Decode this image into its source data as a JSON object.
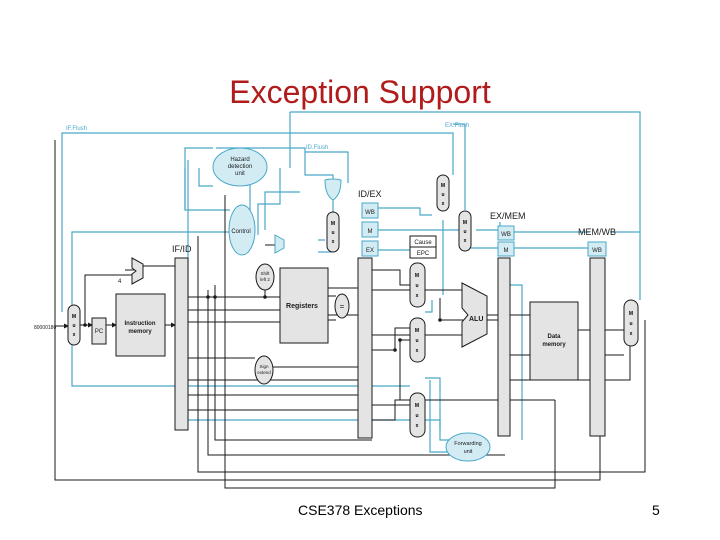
{
  "slide": {
    "title": "Exception Support",
    "footer": "CSE378 Exceptions",
    "page_number": "5"
  },
  "diagram": {
    "signals": {
      "if_flush": "IF.Flush",
      "id_flush": "ID.Flush",
      "ex_flush": "EX.Flush"
    },
    "units": {
      "hazard": [
        "Hazard",
        "detection",
        "unit"
      ],
      "control": "Control",
      "registers": "Registers",
      "alu": "ALU",
      "data_memory": [
        "Data",
        "memory"
      ],
      "instruction_memory": [
        "Instruction",
        "memory"
      ],
      "pc": "PC",
      "sign_extend": [
        "Sign",
        "extend"
      ],
      "shift_left": [
        "Shift",
        "left 2"
      ],
      "forwarding": [
        "Forwarding",
        "unit"
      ],
      "cause": "Cause",
      "epc": "EPC",
      "equals": "=",
      "address": "80000180",
      "four": "4"
    },
    "pipeline_registers": {
      "if_id": "IF/ID",
      "id_ex": "ID/EX",
      "ex_mem": "EX/MEM",
      "mem_wb": "MEM/WB"
    },
    "fields": {
      "wb": "WB",
      "m": "M",
      "ex": "EX"
    },
    "mux_letters": [
      "M",
      "u",
      "x"
    ]
  },
  "colors": {
    "title": "#b01c1c",
    "control_lines": "#4aa8c8",
    "control_fill": "#d3ecf4",
    "datapath": "#1a1a1a",
    "register_fill": "#e4e4e4"
  }
}
